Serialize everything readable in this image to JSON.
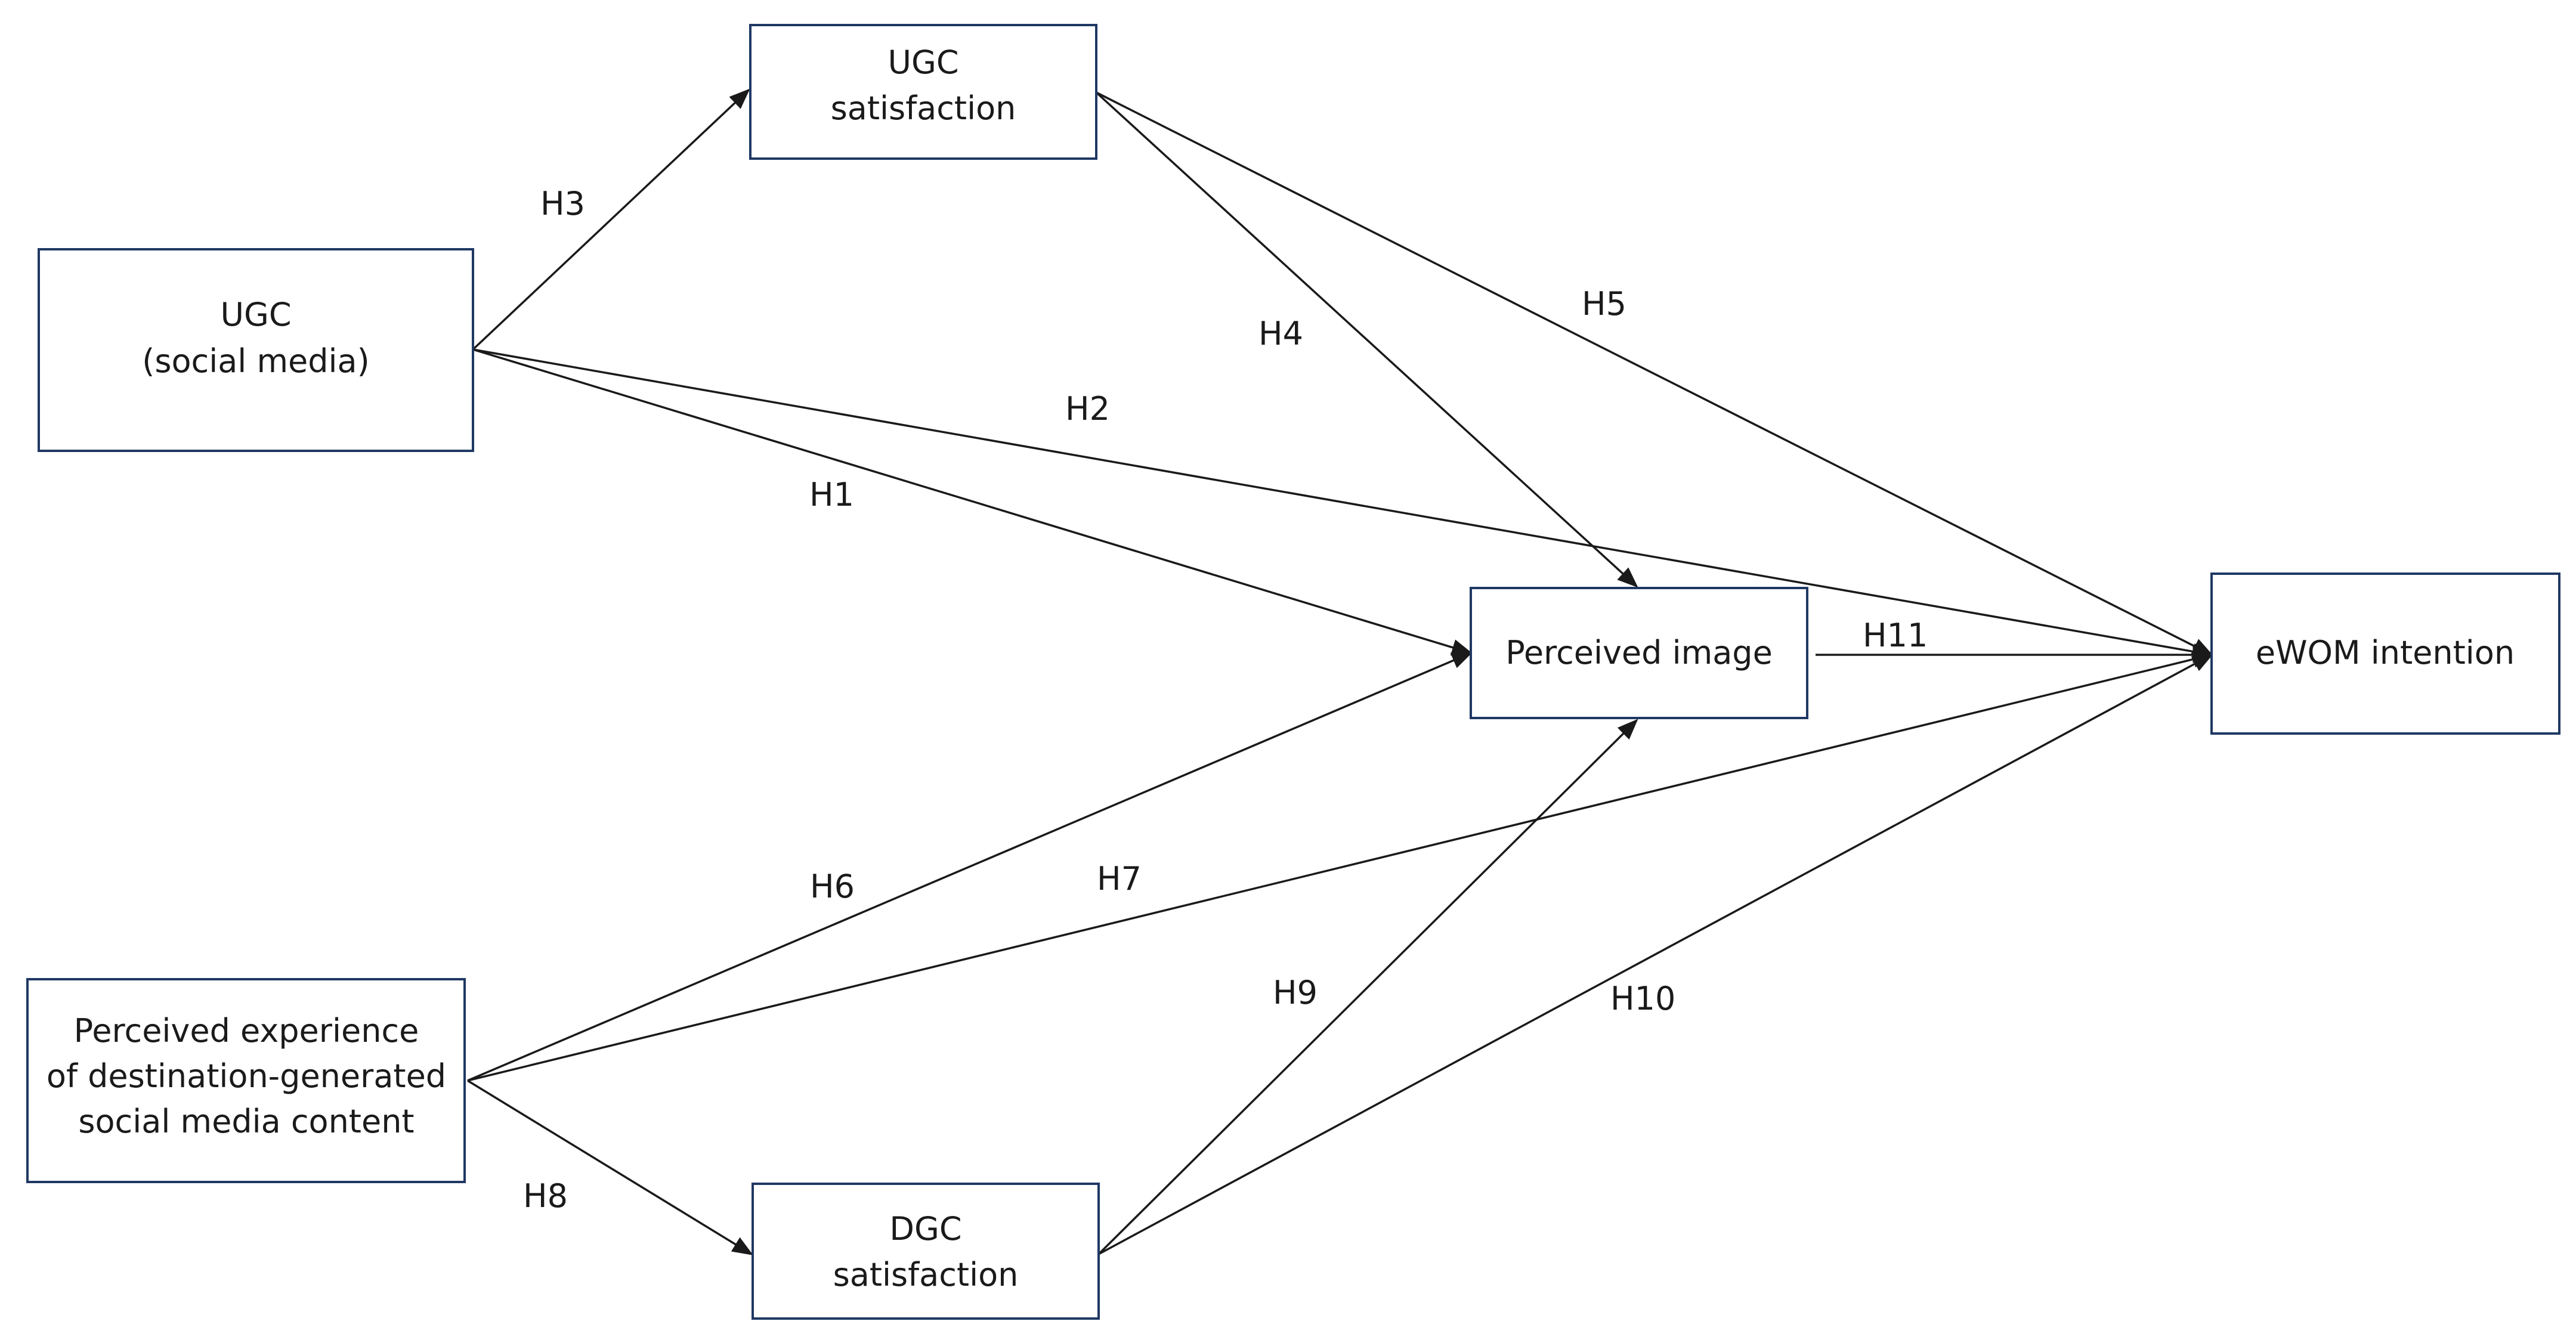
{
  "colors": {
    "box_border": "#1f3864",
    "line": "#1a1a1a",
    "text": "#1a1a1a",
    "background": "#ffffff"
  },
  "nodes": {
    "ugc_social_media": {
      "line1": "UGC",
      "line2": "(social media)"
    },
    "ugc_satisfaction": {
      "line1": "UGC",
      "line2": "satisfaction"
    },
    "perceived_image": {
      "label": "Perceived image"
    },
    "ewom_intention": {
      "label": "eWOM intention"
    },
    "perceived_experience": {
      "line1": "Perceived experience",
      "line2": "of destination-generated",
      "line3": "social media content"
    },
    "dgc_satisfaction": {
      "line1": "DGC",
      "line2": "satisfaction"
    }
  },
  "edges": {
    "h1": "H1",
    "h2": "H2",
    "h3": "H3",
    "h4": "H4",
    "h5": "H5",
    "h6": "H6",
    "h7": "H7",
    "h8": "H8",
    "h9": "H9",
    "h10": "H10",
    "h11": "H11"
  }
}
